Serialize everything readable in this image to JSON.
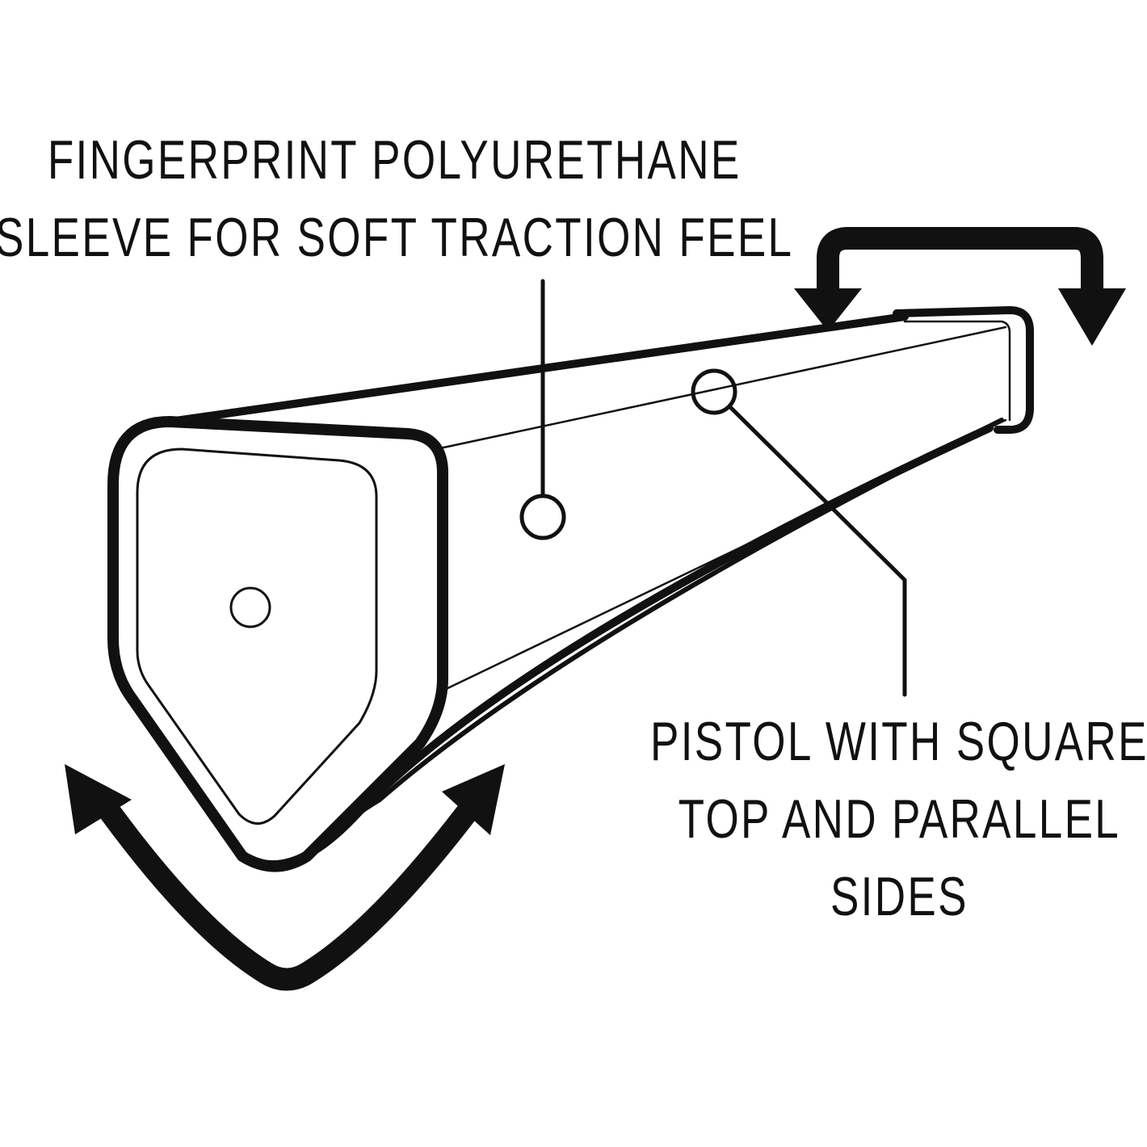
{
  "labels": {
    "top": {
      "line1": "FINGERPRINT POLYURETHANE",
      "line2": "SLEEVE FOR SOFT TRACTION FEEL"
    },
    "bottom": {
      "line1": "PISTOL WITH SQUARE",
      "line2": "TOP AND PARALLEL",
      "line3": "SIDES"
    }
  },
  "colors": {
    "ink": "#111111",
    "background": "#ffffff"
  },
  "icons": [
    "double-headed-straight-arrow",
    "double-headed-curved-arrow"
  ]
}
